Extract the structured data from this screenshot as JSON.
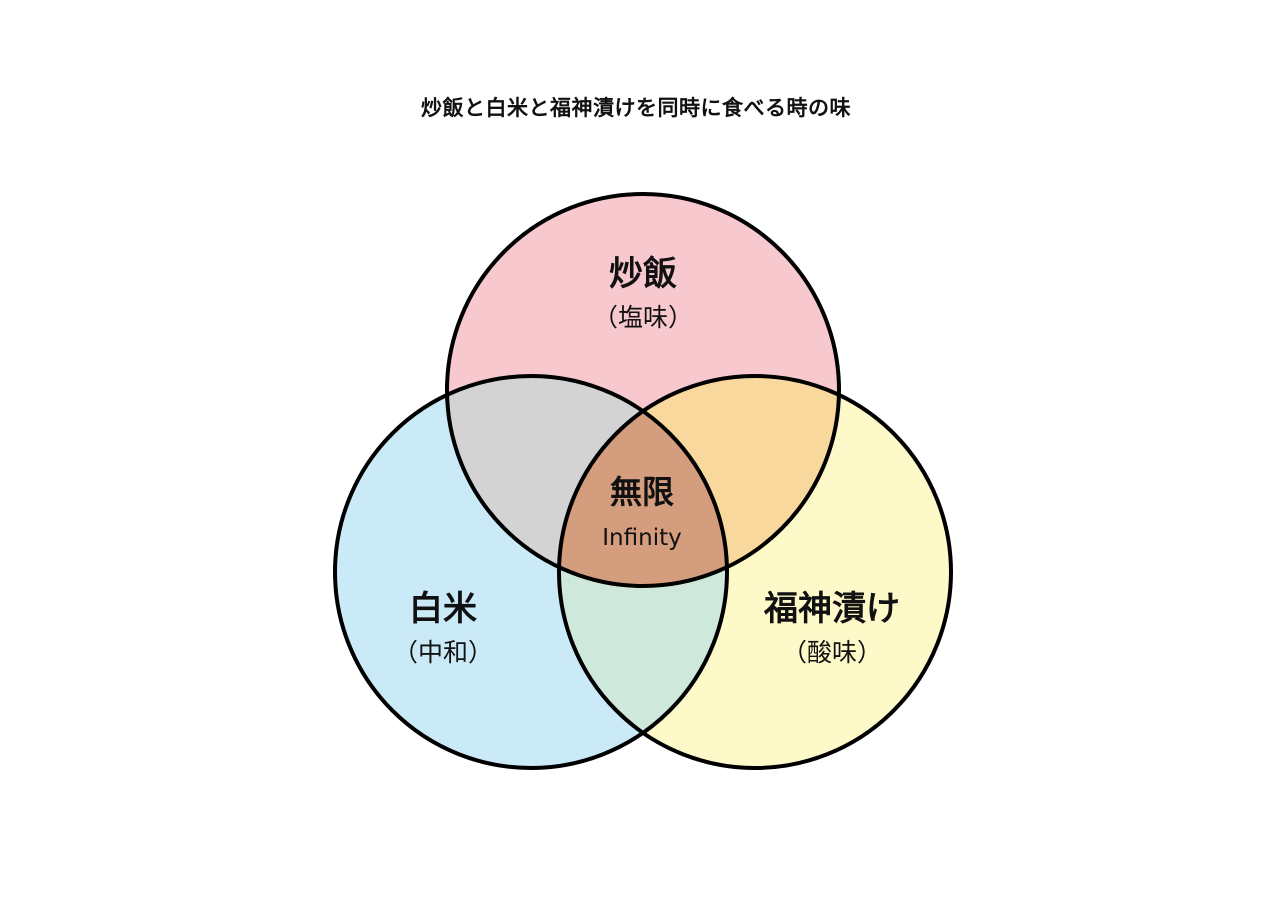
{
  "title": "炒飯と白米と福神漬けを同時に食べる時の味",
  "sets": [
    {
      "id": "fried-rice",
      "name": "炒飯",
      "sub": "（塩味）",
      "color": "#f8c8cf"
    },
    {
      "id": "white-rice",
      "name": "白米",
      "sub": "（中和）",
      "color": "#cbeaf8"
    },
    {
      "id": "fukujinzuke",
      "name": "福神漬け",
      "sub": "（酸味）",
      "color": "#fef9c9"
    }
  ],
  "overlaps": {
    "fried_rice_white_rice": {
      "color": "#d3d3d3"
    },
    "fried_rice_fukujinzuke": {
      "color": "#f8d89c"
    },
    "white_rice_fukujinzuke": {
      "color": "#cfe8dc"
    }
  },
  "center": {
    "name": "無限",
    "sub": "Infinity",
    "color": "#d49d7d"
  }
}
